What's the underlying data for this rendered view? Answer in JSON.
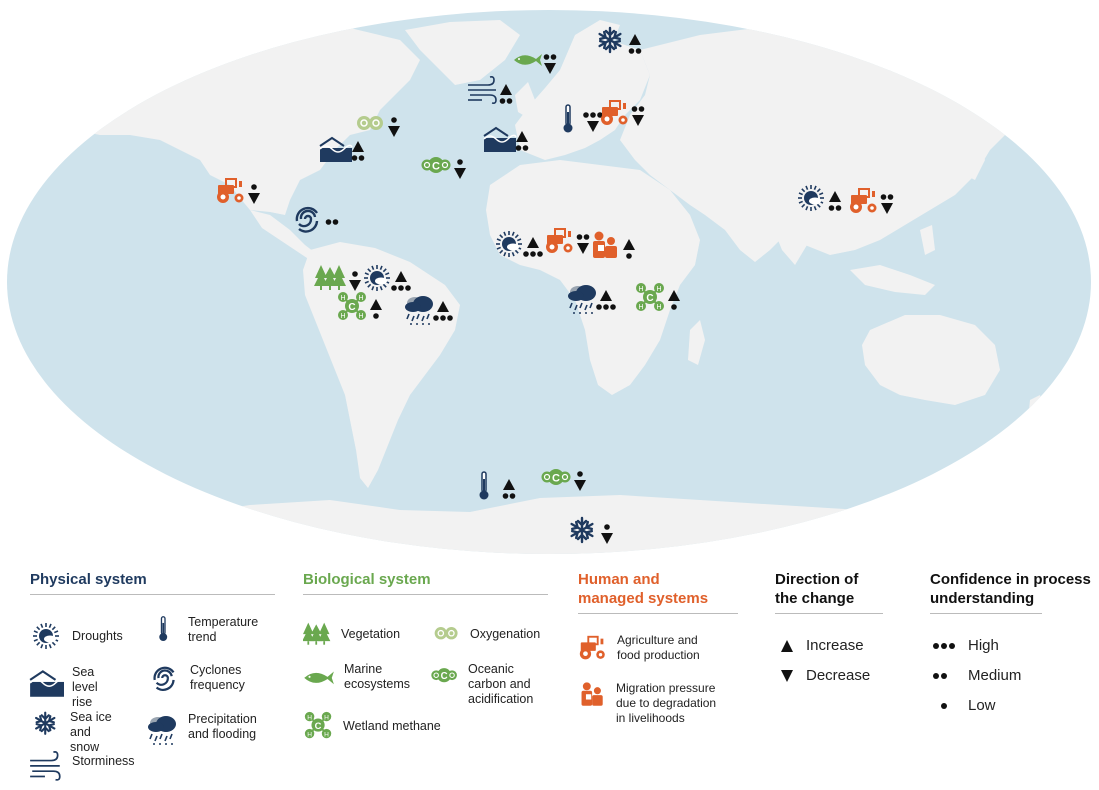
{
  "colors": {
    "ocean": "#cfe3ec",
    "land": "#f2f2f2",
    "physical": "#1f3a5f",
    "biological": "#6aa84f",
    "biological_light": "#b5cc8e",
    "human": "#e0602b",
    "black": "#111111"
  },
  "legend": {
    "physical": {
      "title": "Physical system",
      "items": {
        "droughts": "Droughts",
        "temperature": "Temperature trend",
        "sea_level": "Sea level rise",
        "cyclones": "Cyclones frequency",
        "sea_ice": "Sea ice and snow",
        "precipitation": "Precipitation and flooding",
        "storminess": "Storminess"
      }
    },
    "biological": {
      "title": "Biological system",
      "items": {
        "vegetation": "Vegetation",
        "oxygenation": "Oxygenation",
        "marine": "Marine ecosystems",
        "oceanic_carbon": "Oceanic carbon and acidification",
        "wetland": "Wetland methane"
      }
    },
    "human": {
      "title_line1": "Human and",
      "title_line2": "managed systems",
      "items": {
        "agriculture": "Agriculture and food production",
        "migration": "Migration pressure due to degradation in livelihoods"
      }
    },
    "direction": {
      "title_line1": "Direction of",
      "title_line2": "the change",
      "increase": "Increase",
      "decrease": "Decrease"
    },
    "confidence": {
      "title_line1": "Confidence in process",
      "title_line2": "understanding",
      "high": "High",
      "medium": "Medium",
      "low": "Low"
    }
  },
  "markers": [
    {
      "region": "north-atlantic-norway",
      "icon": "marine",
      "direction": "decrease",
      "confidence": "medium"
    },
    {
      "region": "arctic-scandinavia",
      "icon": "sea_ice",
      "direction": "increase",
      "confidence": "medium"
    },
    {
      "region": "north-atlantic",
      "icon": "storminess",
      "direction": "increase",
      "confidence": "medium"
    },
    {
      "region": "central-europe",
      "icon": "temperature",
      "direction": "decrease",
      "confidence": "high"
    },
    {
      "region": "eastern-europe",
      "icon": "agriculture",
      "direction": "decrease",
      "confidence": "medium"
    },
    {
      "region": "north-america-east",
      "icon": "oxygenation",
      "direction": "decrease",
      "confidence": "low"
    },
    {
      "region": "north-america-east-coast",
      "icon": "sea_level",
      "direction": "increase",
      "confidence": "medium"
    },
    {
      "region": "european-coast",
      "icon": "sea_level",
      "direction": "increase",
      "confidence": "medium"
    },
    {
      "region": "central-atlantic",
      "icon": "oceanic_carbon",
      "direction": "decrease",
      "confidence": "low"
    },
    {
      "region": "mexico",
      "icon": "agriculture",
      "direction": "decrease",
      "confidence": "low"
    },
    {
      "region": "caribbean",
      "icon": "cyclones",
      "direction": "none",
      "confidence": "medium"
    },
    {
      "region": "sahel-west",
      "icon": "droughts",
      "direction": "increase",
      "confidence": "high"
    },
    {
      "region": "sahel-agriculture",
      "icon": "agriculture",
      "direction": "decrease",
      "confidence": "medium"
    },
    {
      "region": "sahel-migration",
      "icon": "migration",
      "direction": "increase",
      "confidence": "low"
    },
    {
      "region": "amazon-vegetation",
      "icon": "vegetation",
      "direction": "decrease",
      "confidence": "low"
    },
    {
      "region": "amazon-drought",
      "icon": "droughts",
      "direction": "increase",
      "confidence": "high"
    },
    {
      "region": "amazon-wetland",
      "icon": "wetland",
      "direction": "increase",
      "confidence": "low"
    },
    {
      "region": "amazon-precipitation",
      "icon": "precipitation",
      "direction": "increase",
      "confidence": "high"
    },
    {
      "region": "congo-precipitation",
      "icon": "precipitation",
      "direction": "increase",
      "confidence": "high"
    },
    {
      "region": "east-africa-wetland",
      "icon": "wetland",
      "direction": "increase",
      "confidence": "low"
    },
    {
      "region": "south-asia-drought",
      "icon": "droughts",
      "direction": "increase",
      "confidence": "medium"
    },
    {
      "region": "east-asia-agriculture",
      "icon": "agriculture",
      "direction": "decrease",
      "confidence": "medium"
    },
    {
      "region": "southern-ocean-temperature",
      "icon": "temperature",
      "direction": "increase",
      "confidence": "medium"
    },
    {
      "region": "southern-ocean-carbon",
      "icon": "oceanic_carbon",
      "direction": "decrease",
      "confidence": "low"
    },
    {
      "region": "antarctica-sea-ice",
      "icon": "sea_ice",
      "direction": "decrease",
      "confidence": "low"
    }
  ]
}
